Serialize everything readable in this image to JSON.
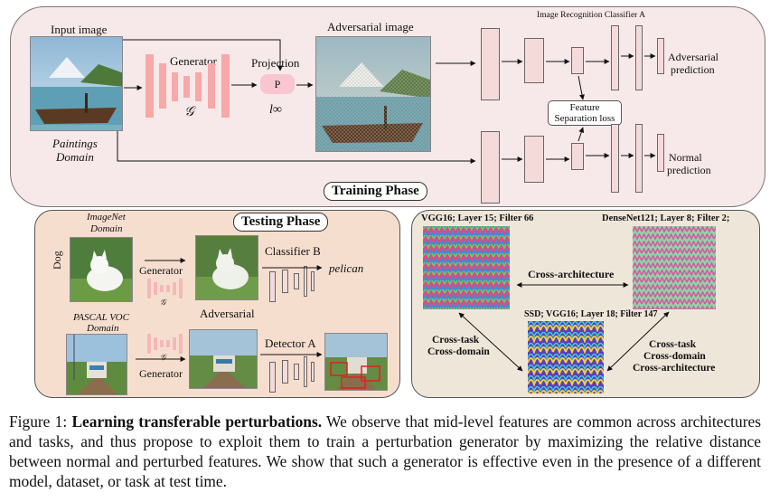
{
  "training": {
    "phase_label": "Training Phase",
    "input_image_label": "Input image",
    "domain_line1": "Paintings",
    "domain_line2": "Domain",
    "generator_label": "Generator",
    "generator_symbol": "𝒢",
    "projection_label": "Projection",
    "projection_box": "P",
    "norm_symbol": "l∞",
    "adversarial_image_label": "Adversarial image",
    "classifier_label": "Image Recognition Classifier  A",
    "adv_pred_line1": "Adversarial",
    "adv_pred_line2": "prediction",
    "loss_line1": "Feature",
    "loss_line2": "Separation loss",
    "normal_pred_line1": "Normal",
    "normal_pred_line2": "prediction"
  },
  "testing": {
    "phase_label": "Testing Phase",
    "imagenet_line1": "ImageNet",
    "imagenet_line2": "Domain",
    "dog_label": "Dog",
    "generator_label": "Generator",
    "generator_symbol_small": "𝒢",
    "classifier_b_label": "Classifier  B",
    "pelican_label": "pelican",
    "adversarial_label": "Adversarial",
    "voc_line1": "PASCAL VOC",
    "voc_line2": "Domain",
    "generator_label2": "Generator",
    "detector_label": "Detector A"
  },
  "features": {
    "vgg_label": "VGG16; Layer 15; Filter 66",
    "densenet_label": "DenseNet121; Layer 8; Filter 2;",
    "cross_arch_label": "Cross-architecture",
    "ssd_label": "SSD; VGG16; Layer 18; Filter 147",
    "left_line1": "Cross-task",
    "left_line2": "Cross-domain",
    "right_line1": "Cross-task",
    "right_line2": "Cross-domain",
    "right_line3": "Cross-architecture"
  },
  "caption": {
    "prefix": "Figure 1: ",
    "bold": "Learning transferable perturbations.",
    "body": " We observe that mid-level features are common across architectures and tasks, and thus propose to exploit them to train a perturbation generator by maximizing the relative distance between normal and perturbed features. We show that such a generator is effective even in the presence of a different model, dataset, or task at test time."
  },
  "colors": {
    "top_panel": "#f7e9e9",
    "test_panel": "#f6decf",
    "feature_panel": "#efe6da",
    "generator_blocks": "#f7a8a8",
    "projection_box": "#f9c6d0"
  },
  "icons": [
    "arrow-icon",
    "painting-image",
    "dog-image",
    "train-image",
    "feature-visualization"
  ]
}
